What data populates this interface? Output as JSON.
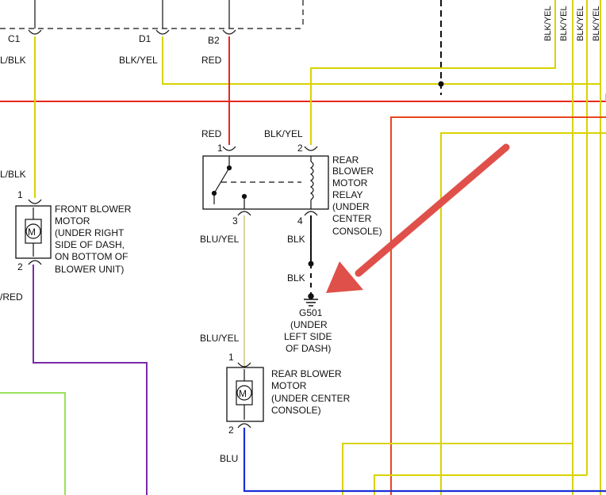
{
  "colors": {
    "red": "#e8281e",
    "yellow": "#d9d300",
    "blue": "#1b2ed6",
    "purple": "#7a2aa8",
    "green": "#9ae25a",
    "orange": "#e8461e",
    "black": "#111111",
    "arrow": "#e0504a"
  },
  "connectors": {
    "c1": "C1",
    "d1": "D1",
    "b2": "B2"
  },
  "wires": {
    "lblk_top": "L/BLK",
    "blkyel_top": "BLK/YEL",
    "red_top": "RED",
    "red_relay": "RED",
    "blkyel_relay": "BLK/YEL",
    "lblk_mid": "L/BLK",
    "blk_pin4": "BLK",
    "blk_ground": "BLK",
    "bluyel_pin3": "BLU/YEL",
    "bluyel_motor": "BLU/YEL",
    "vred_left": "/RED",
    "blu_bottom": "BLU",
    "vertical": [
      "BLK/YEL",
      "BLK/YEL",
      "BLK/YEL",
      "BLK/YEL"
    ]
  },
  "pins": {
    "relay_1": "1",
    "relay_2": "2",
    "relay_3": "3",
    "relay_4": "4",
    "front_1": "1",
    "front_2": "2",
    "rear_1": "1",
    "rear_2": "2"
  },
  "components": {
    "motor_symbol": "M",
    "front_motor_lines": [
      "FRONT BLOWER",
      "MOTOR",
      "(UNDER RIGHT",
      "SIDE OF DASH,",
      "ON BOTTOM OF",
      "BLOWER UNIT)"
    ],
    "relay_lines": [
      "REAR",
      "BLOWER",
      "MOTOR",
      "RELAY",
      "(UNDER",
      "CENTER",
      "CONSOLE)"
    ],
    "ground_lines": [
      "G501",
      "(UNDER",
      "LEFT SIDE",
      "OF DASH)"
    ],
    "rear_motor_lines": [
      "REAR BLOWER",
      "MOTOR",
      "(UNDER CENTER",
      "CONSOLE)"
    ]
  }
}
